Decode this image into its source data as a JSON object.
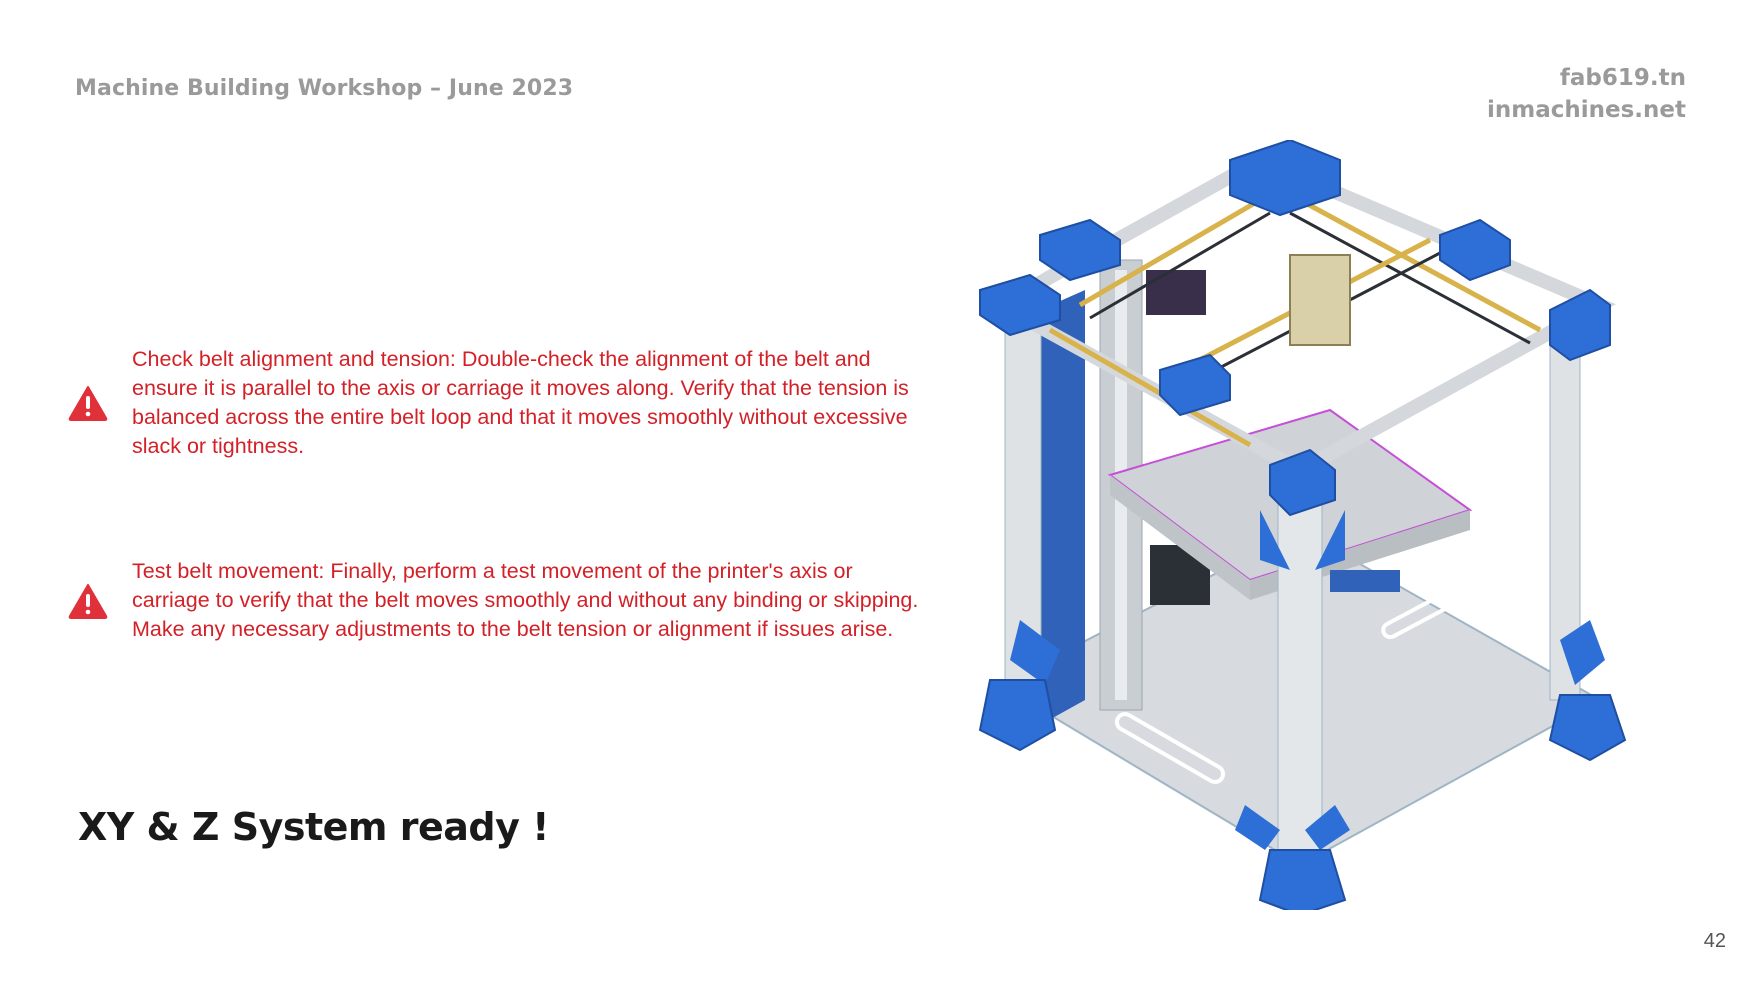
{
  "header": {
    "title": "Machine Building Workshop – June 2023",
    "site1": "fab619.tn",
    "site2": "inmachines.net"
  },
  "notes": [
    {
      "icon": "warning-triangle-icon",
      "text": "Check belt alignment and tension: Double-check the alignment of the belt and ensure it is parallel to the axis or carriage it moves along. Verify that the tension is balanced across the entire belt loop and that it moves smoothly without excessive slack or tightness."
    },
    {
      "icon": "warning-triangle-icon",
      "text": "Test belt movement: Finally, perform a test movement of the printer's axis or carriage to verify that the belt moves smoothly and without any binding or skipping. Make any necessary adjustments to the belt tension or alignment if issues arise."
    }
  ],
  "headline": "XY & Z System ready !",
  "page_number": "42",
  "colors": {
    "header_gray": "#9a9a9a",
    "warning_red": "#d42027",
    "icon_red": "#e0313b",
    "frame_blue": "#2d6fd6",
    "frame_gray": "#d9dde1",
    "belt_yellow": "#d8b24a"
  }
}
